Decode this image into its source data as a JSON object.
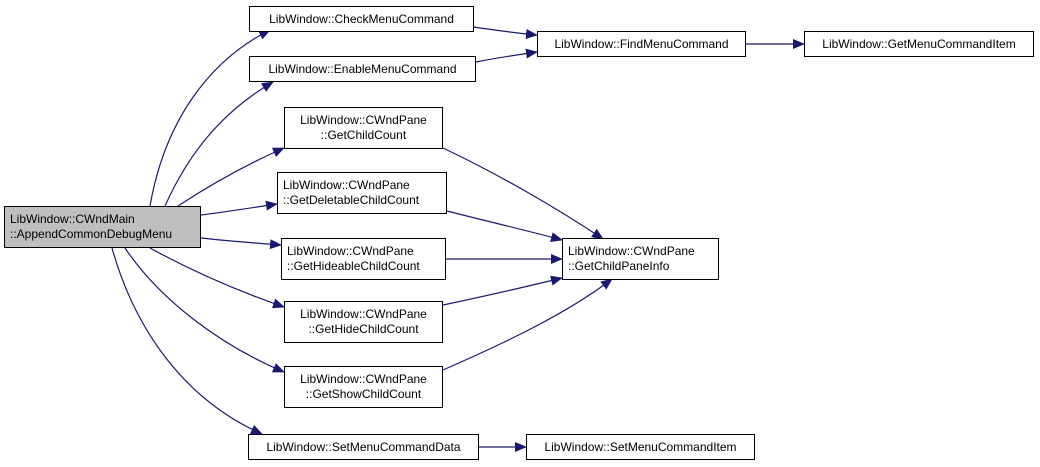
{
  "diagram": {
    "colors": {
      "edge": "#191970",
      "root_fill": "#bfbfbf",
      "node_fill": "#ffffff",
      "border": "#000000"
    },
    "nodes": {
      "root": {
        "line1": "LibWindow::CWndMain",
        "line2": "::AppendCommonDebugMenu"
      },
      "check_menu_command": {
        "line1": "LibWindow::CheckMenuCommand"
      },
      "enable_menu_command": {
        "line1": "LibWindow::EnableMenuCommand"
      },
      "find_menu_command": {
        "line1": "LibWindow::FindMenuCommand"
      },
      "get_menu_command_item": {
        "line1": "LibWindow::GetMenuCommandItem"
      },
      "get_child_count": {
        "line1": "LibWindow::CWndPane",
        "line2": "::GetChildCount"
      },
      "get_deletable_child_count": {
        "line1": "LibWindow::CWndPane",
        "line2": "::GetDeletableChildCount"
      },
      "get_hideable_child_count": {
        "line1": "LibWindow::CWndPane",
        "line2": "::GetHideableChildCount"
      },
      "get_hide_child_count": {
        "line1": "LibWindow::CWndPane",
        "line2": "::GetHideChildCount"
      },
      "get_show_child_count": {
        "line1": "LibWindow::CWndPane",
        "line2": "::GetShowChildCount"
      },
      "get_child_pane_info": {
        "line1": "LibWindow::CWndPane",
        "line2": "::GetChildPaneInfo"
      },
      "set_menu_command_data": {
        "line1": "LibWindow::SetMenuCommandData"
      },
      "set_menu_command_item": {
        "line1": "LibWindow::SetMenuCommandItem"
      }
    }
  }
}
